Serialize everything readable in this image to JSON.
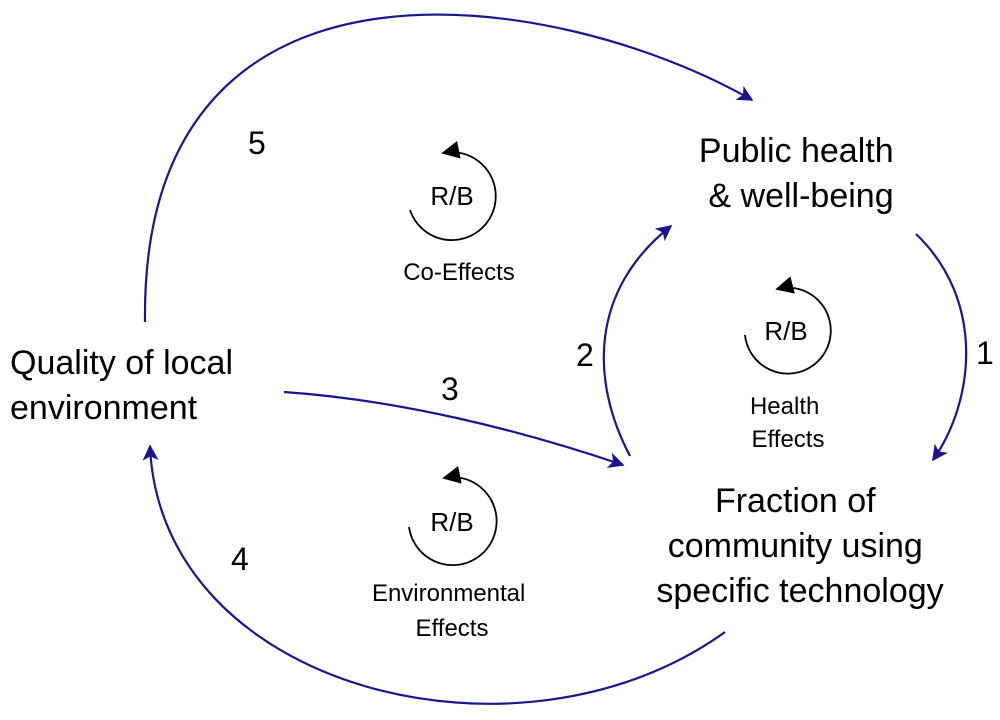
{
  "colors": {
    "link": "#1a1491",
    "text": "#000000",
    "background": "#ffffff"
  },
  "nodes": {
    "public_health": {
      "lines": [
        "Public health",
        "& well-being"
      ]
    },
    "fraction": {
      "lines": [
        "Fraction of",
        "community using",
        "specific technology"
      ]
    },
    "quality": {
      "lines": [
        "Quality of local",
        "environment"
      ]
    }
  },
  "links": [
    {
      "label": "1",
      "from": "public_health",
      "to": "fraction"
    },
    {
      "label": "2",
      "from": "fraction",
      "to": "public_health"
    },
    {
      "label": "3",
      "from": "quality",
      "to": "fraction"
    },
    {
      "label": "4",
      "from": "fraction",
      "to": "quality"
    },
    {
      "label": "5",
      "from": "quality",
      "to": "public_health"
    }
  ],
  "loops": {
    "co_effects": {
      "sign": "R/B",
      "lines": [
        "Co-Effects"
      ]
    },
    "health_effects": {
      "sign": "R/B",
      "lines": [
        "Health",
        "Effects"
      ]
    },
    "environmental_effects": {
      "sign": "R/B",
      "lines": [
        "Environmental",
        "Effects"
      ]
    }
  }
}
